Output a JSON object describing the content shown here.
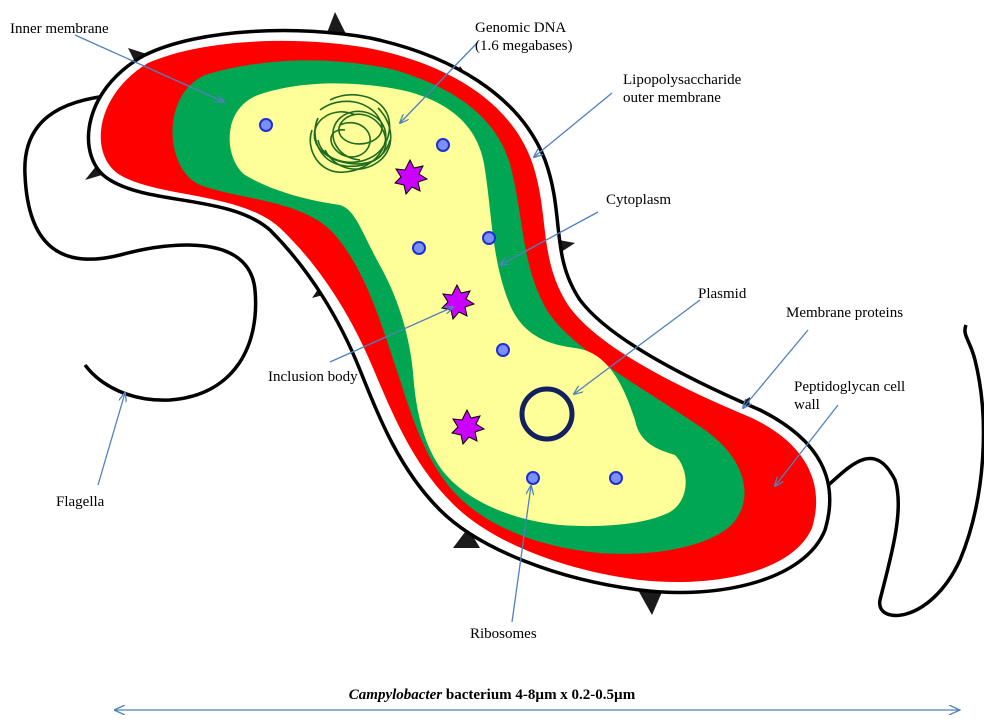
{
  "labels": {
    "inner_membrane": "Inner membrane",
    "genomic_dna_line1": "Genomic DNA",
    "genomic_dna_line2": "(1.6 megabases)",
    "lps_line1": "Lipopolysaccharide",
    "lps_line2": "outer membrane",
    "cytoplasm": "Cytoplasm",
    "plasmid": "Plasmid",
    "membrane_proteins": "Membrane proteins",
    "peptidoglycan_line1": "Peptidoglycan cell",
    "peptidoglycan_line2": "wall",
    "inclusion_body": "Inclusion body",
    "flagella": "Flagella",
    "ribosomes": "Ribosomes"
  },
  "caption": {
    "genus": "Campylobacter",
    "rest": " bacterium 4-8µm x 0.2-0.5µm"
  },
  "colors": {
    "outer_membrane": "#ffffff",
    "peptidoglycan": "#ff0000",
    "inner_membrane": "#00a651",
    "cytoplasm": "#ffff99",
    "dna": "#1f6b1f",
    "ribosome_fill": "#7b8ff5",
    "ribosome_stroke": "#1c2fd4",
    "inclusion_body": "#cc00ff",
    "plasmid": "#13205f",
    "arrow": "#4f81bd",
    "spike": "#1a1a1a"
  }
}
